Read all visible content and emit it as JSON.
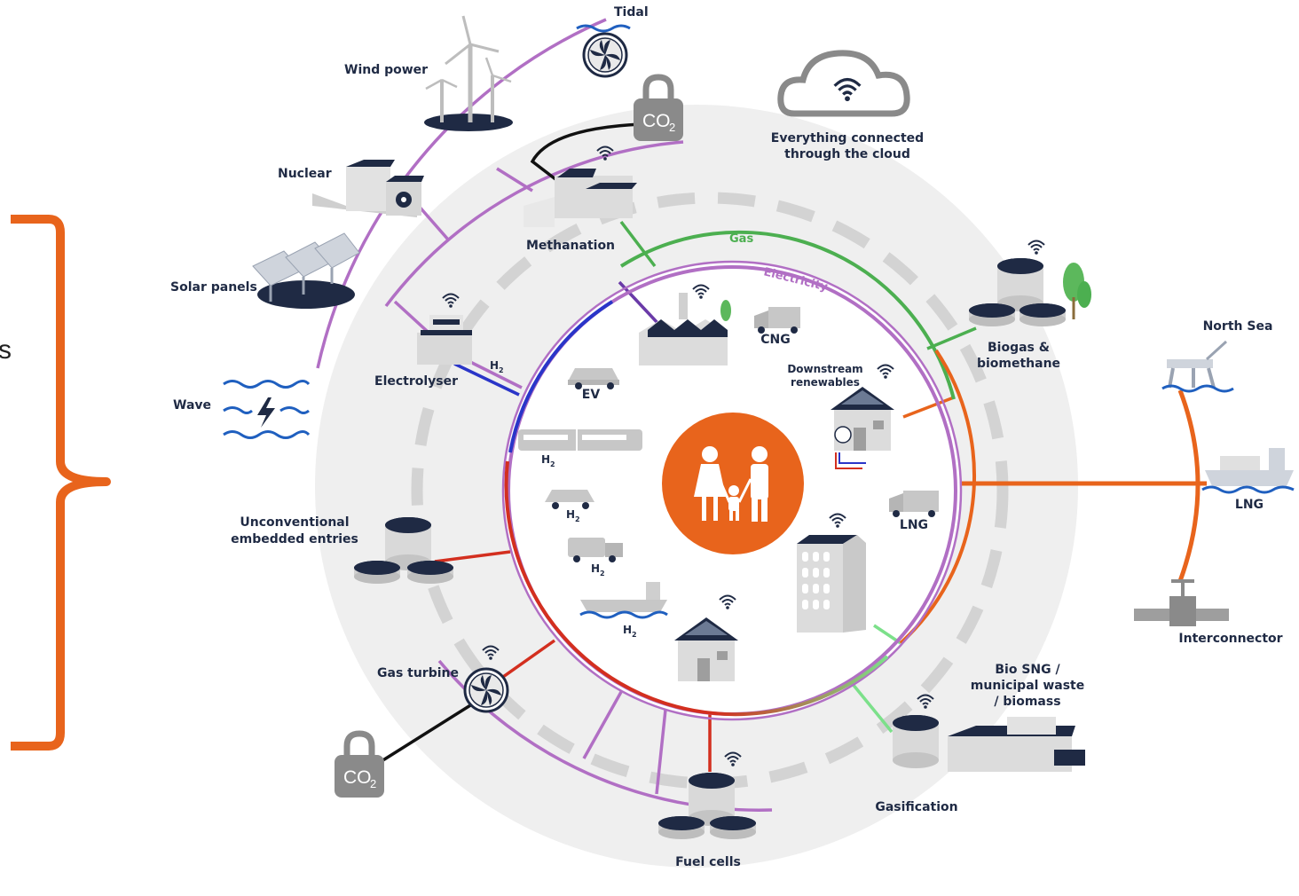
{
  "cut_text": "s",
  "colors": {
    "electricity": "#b16fc4",
    "gas": "#4caf50",
    "hydrogen": "#2a35c8",
    "hydrogen_red": "#d32f1f",
    "lng_orange": "#e8641c",
    "navy": "#1f2a44",
    "brace": "#e8641c",
    "center": "#e8641c"
  },
  "ring_labels": {
    "gas": "Gas",
    "electricity": "Electricity"
  },
  "cloud": {
    "line1": "Everything connected",
    "line2": "through the cloud",
    "icon": "wifi-icon"
  },
  "sources": {
    "tidal": "Tidal",
    "wind": "Wind power",
    "nuclear": "Nuclear",
    "solar": "Solar panels",
    "wave": "Wave",
    "co2": "CO",
    "co2_sub": "2"
  },
  "nodes": {
    "methanation": "Methanation",
    "electrolyser": "Electrolyser",
    "unconventional_line1": "Unconventional",
    "unconventional_line2": "embedded entries",
    "gas_turbine": "Gas turbine",
    "fuel_cells": "Fuel cells",
    "gasification": "Gasification",
    "bio_sng_line1": "Bio SNG /",
    "bio_sng_line2": "municipal waste",
    "bio_sng_line3": "/ biomass",
    "biogas_line1": "Biogas &",
    "biogas_line2": "biomethane",
    "north_sea": "North Sea",
    "lng_ext": "LNG",
    "interconnector": "Interconnector"
  },
  "inner": {
    "cng": "CNG",
    "ev": "EV",
    "h2": "H",
    "h2_sub": "2",
    "downstream_line1": "Downstream",
    "downstream_line2": "renewables",
    "lng": "LNG"
  },
  "center_icon": "family-icon"
}
